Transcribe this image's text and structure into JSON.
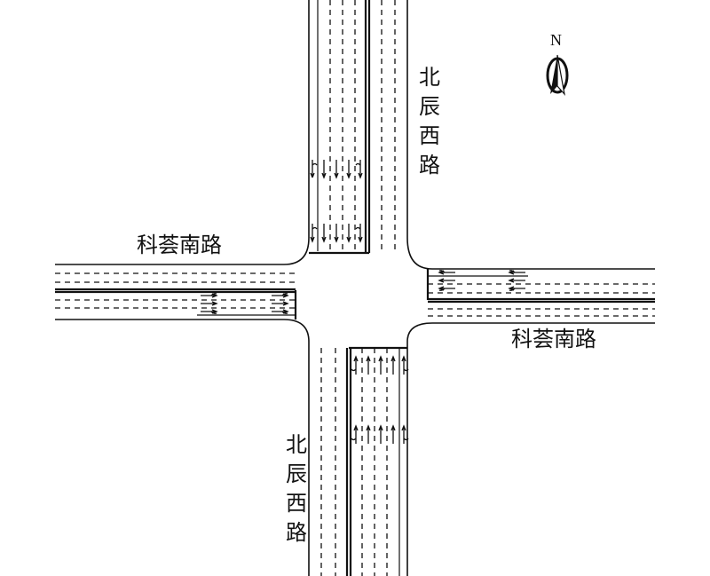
{
  "labels": {
    "north_road": [
      "北",
      "辰",
      "西",
      "路"
    ],
    "south_road": [
      "北",
      "辰",
      "西",
      "路"
    ],
    "west_road": "科荟南路",
    "east_road": "科荟南路"
  },
  "compass": {
    "letter": "N"
  }
}
